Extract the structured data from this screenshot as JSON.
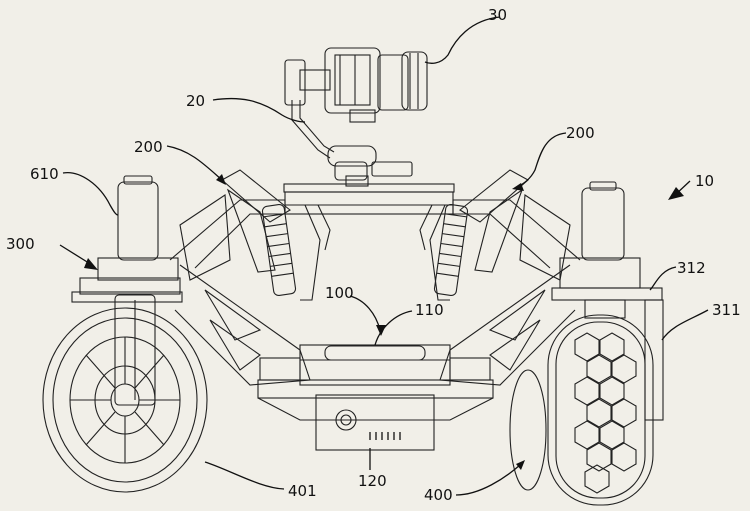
{
  "figure": {
    "background": "#f1efe8",
    "line_color": "#222222",
    "labels": {
      "gimbal_camera": "30",
      "gimbal_arm": "20",
      "suspension_left": "200",
      "suspension_right": "200",
      "motor_housing": "610",
      "vehicle": "10",
      "wheel_module": "300",
      "bracket_312": "312",
      "bracket_311": "311",
      "chassis_100": "100",
      "battery_110": "110",
      "control_box_120": "120",
      "wheel_400": "400",
      "wheel_401": "401"
    }
  }
}
